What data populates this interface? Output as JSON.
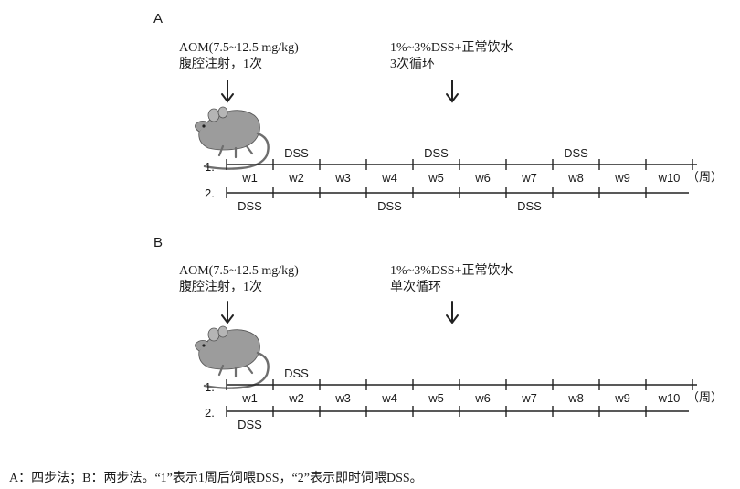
{
  "colors": {
    "line": "#222222",
    "mouse_body": "#9c9c9c",
    "mouse_shade": "#6e6e6e"
  },
  "panels": [
    {
      "label": "A",
      "aom_line1": "AOM(7.5~12.5 mg/kg)",
      "aom_line2": "腹腔注射，1次",
      "dss_line1": "1%~3%DSS+正常饮水",
      "dss_line2": "3次循环",
      "row1_label": "1.",
      "row2_label": "2.",
      "weeks": [
        "w1",
        "w2",
        "w3",
        "w4",
        "w5",
        "w6",
        "w7",
        "w8",
        "w9",
        "w10"
      ],
      "unit": "（周）",
      "row1_dss_weeks": [
        2,
        5,
        8
      ],
      "row2_dss_weeks": [
        1,
        4,
        7
      ],
      "dss_label": "DSS"
    },
    {
      "label": "B",
      "aom_line1": "AOM(7.5~12.5 mg/kg)",
      "aom_line2": "腹腔注射，1次",
      "dss_line1": "1%~3%DSS+正常饮水",
      "dss_line2": "单次循环",
      "row1_label": "1.",
      "row2_label": "2.",
      "weeks": [
        "w1",
        "w2",
        "w3",
        "w4",
        "w5",
        "w6",
        "w7",
        "w8",
        "w9",
        "w10"
      ],
      "unit": "（周）",
      "row1_dss_weeks": [
        2
      ],
      "row2_dss_weeks": [
        1
      ],
      "dss_label": "DSS"
    }
  ],
  "caption": "A：四步法；B：两步法。“1”表示1周后饲喂DSS，“2”表示即时饲喂DSS。"
}
